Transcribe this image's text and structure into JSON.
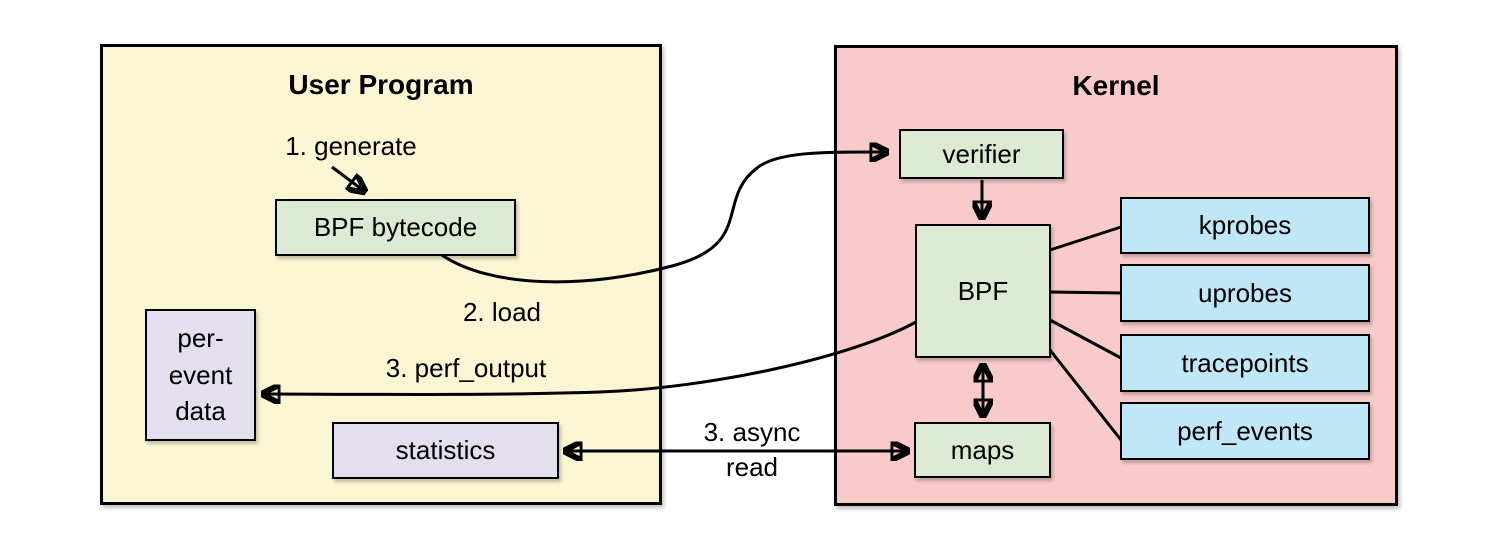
{
  "diagram": {
    "regions": {
      "user_program": {
        "title": "User Program"
      },
      "kernel": {
        "title": "Kernel"
      }
    },
    "nodes": {
      "bpf_bytecode": {
        "label": "BPF bytecode"
      },
      "per_event_data": {
        "label": "per-\nevent\ndata"
      },
      "statistics": {
        "label": "statistics"
      },
      "verifier": {
        "label": "verifier"
      },
      "bpf": {
        "label": "BPF"
      },
      "maps": {
        "label": "maps"
      },
      "kprobes": {
        "label": "kprobes"
      },
      "uprobes": {
        "label": "uprobes"
      },
      "tracepoints": {
        "label": "tracepoints"
      },
      "perf_events": {
        "label": "perf_events"
      }
    },
    "flow_labels": {
      "generate": "1. generate",
      "load": "2. load",
      "perf_output": "3. perf_output",
      "async_read": "3. async\nread"
    },
    "colors": {
      "user_program_fill": "#faf6d3",
      "kernel_fill": "#f8caca",
      "process_fill": "#dcead3",
      "event_source_fill": "#c0e7f8",
      "data_fill": "#e3dfee",
      "border": "#000000"
    }
  }
}
